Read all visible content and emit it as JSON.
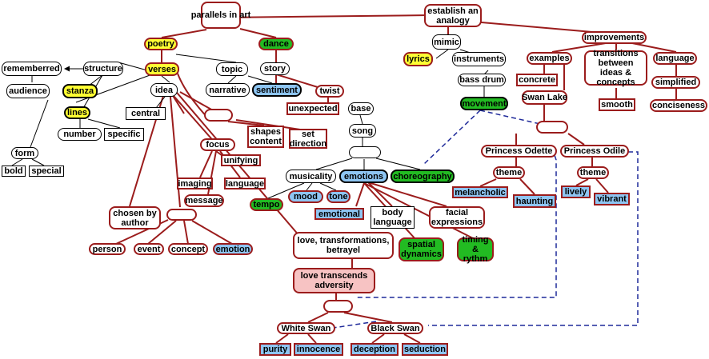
{
  "colors": {
    "edge_red": "#9b1c1c",
    "edge_black": "#000000",
    "dashed_blue": "#1f2a9a",
    "yellow": "#ffff33",
    "green": "#22bb22",
    "blue": "#8ec5f2",
    "pink": "#f7c3c3"
  },
  "nodes": {
    "parallels_in_art": "parallels in art",
    "establish_analogy": "establish an analogy",
    "poetry": "poetry",
    "dance": "dance",
    "mimic": "mimic",
    "improvements": "improvements",
    "remembered": "rememberred",
    "structure": "structure",
    "verses": "verses",
    "topic": "topic",
    "story": "story",
    "lyrics": "lyrics",
    "instruments": "instruments",
    "examples": "examples",
    "transitions": "transitions between ideas & concepts",
    "language_top": "language",
    "audience": "audience",
    "stanza": "stanza",
    "idea": "idea",
    "narrative": "narrative",
    "sentiment": "sentiment",
    "twist": "twist",
    "bass_drum": "bass drum",
    "concrete": "concrete",
    "simplified": "simplified",
    "lines": "lines",
    "central": "central",
    "unexpected": "unexpected",
    "base": "base",
    "movement": "movement",
    "swan_lake": "Swan Lake",
    "smooth": "smooth",
    "conciseness": "conciseness",
    "shapes_content": "shapes content",
    "set_direction": "set direction",
    "song": "song",
    "number": "number",
    "specific": "specific",
    "focus": "focus",
    "form": "form",
    "unifying": "unifying",
    "princess_odette": "Princess Odette",
    "princess_odile": "Princess Odile",
    "bold": "bold",
    "special": "special",
    "imaging": "imaging",
    "language_mid": "language",
    "musicality": "musicality",
    "emotions": "emotions",
    "choreography": "choreography",
    "theme_odette": "theme",
    "theme_odile": "theme",
    "message": "message",
    "tempo": "tempo",
    "mood": "mood",
    "tone": "tone",
    "melancholic": "melancholic",
    "lively": "lively",
    "vibrant": "vibrant",
    "haunting": "haunting",
    "emotional": "emotional",
    "body_language": "body language",
    "facial_expressions": "facial expressions",
    "chosen_by_author": "chosen by author",
    "spatial_dynamics": "spatial dynamics",
    "timing_rythm": "timing & rythm",
    "person": "person",
    "event": "event",
    "concept": "concept",
    "emotion": "emotion",
    "love_transformations": "love, transformations, betrayel",
    "love_transcends": "love transcends adversity",
    "white_swan": "White Swan",
    "black_swan": "Black Swan",
    "purity": "purity",
    "innocence": "innocence",
    "deception": "deception",
    "seduction": "seduction"
  }
}
